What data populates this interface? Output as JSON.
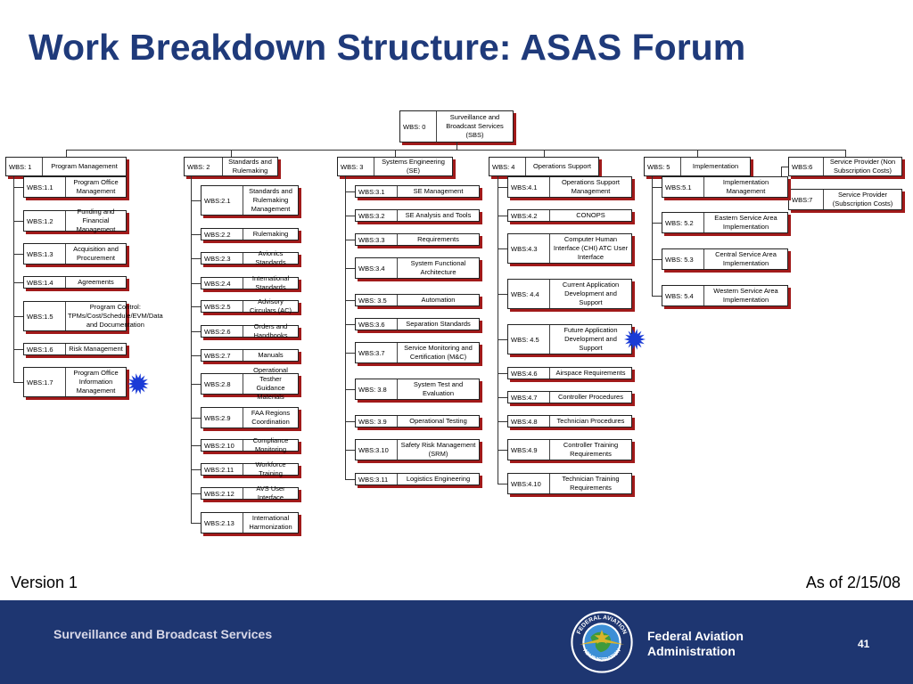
{
  "slide": {
    "title": "Work Breakdown Structure: ASAS Forum"
  },
  "wbs": {
    "root": {
      "code": "WBS: 0",
      "label": "Surveillance and Broadcast Services (SBS)"
    },
    "branches": [
      {
        "code": "WBS: 1",
        "label": "Program Management",
        "children": [
          {
            "code": "WBS:1.1",
            "label": "Program Office Management"
          },
          {
            "code": "WBS:1.2",
            "label": "Funding and Financial Management"
          },
          {
            "code": "WBS:1.3",
            "label": "Acquisition and Procurement"
          },
          {
            "code": "WBS:1.4",
            "label": "Agreements"
          },
          {
            "code": "WBS:1.5",
            "label": "Program Control: TPMs/Cost/Schedule/EVM/Data and Documentation"
          },
          {
            "code": "WBS:1.6",
            "label": "Risk Management"
          },
          {
            "code": "WBS:1.7",
            "label": "Program Office Information Management"
          }
        ]
      },
      {
        "code": "WBS: 2",
        "label": "Standards and Rulemaking",
        "children": [
          {
            "code": "WBS:2.1",
            "label": "Standards and Rulemaking Management"
          },
          {
            "code": "WBS:2.2",
            "label": "Rulemaking"
          },
          {
            "code": "WBS:2.3",
            "label": "Avionics Standards"
          },
          {
            "code": "WBS:2.4",
            "label": "International Standards"
          },
          {
            "code": "WBS:2.5",
            "label": "Advisory Circulars (AC)"
          },
          {
            "code": "WBS:2.6",
            "label": "Orders and Handbooks"
          },
          {
            "code": "WBS:2.7",
            "label": "Manuals"
          },
          {
            "code": "WBS:2.8",
            "label": "Operational Testher Guidance Materials"
          },
          {
            "code": "WBS:2.9",
            "label": "FAA Regions Coordination"
          },
          {
            "code": "WBS:2.10",
            "label": "Compliance Monitoring"
          },
          {
            "code": "WBS:2.11",
            "label": "Workforce Training"
          },
          {
            "code": "WBS:2.12",
            "label": "AVS User Interface"
          },
          {
            "code": "WBS:2.13",
            "label": "International Harmonization"
          }
        ]
      },
      {
        "code": "WBS: 3",
        "label": "Systems Engineering (SE)",
        "children": [
          {
            "code": "WBS:3.1",
            "label": "SE Management"
          },
          {
            "code": "WBS:3.2",
            "label": "SE Analysis and Tools"
          },
          {
            "code": "WBS:3.3",
            "label": "Requirements"
          },
          {
            "code": "WBS:3.4",
            "label": "System Functional Architecture"
          },
          {
            "code": "WBS: 3.5",
            "label": "Automation"
          },
          {
            "code": "WBS:3.6",
            "label": "Separation Standards"
          },
          {
            "code": "WBS:3.7",
            "label": "Service Monitoring and Certification (M&C)"
          },
          {
            "code": "WBS: 3.8",
            "label": "System Test and Evaluation"
          },
          {
            "code": "WBS: 3.9",
            "label": "Operational Testing"
          },
          {
            "code": "WBS:3.10",
            "label": "Safety Risk Management (SRM)"
          },
          {
            "code": "WBS:3.11",
            "label": "Logistics Engineering"
          }
        ]
      },
      {
        "code": "WBS: 4",
        "label": "Operations Support",
        "children": [
          {
            "code": "WBS:4.1",
            "label": "Operations Support Management"
          },
          {
            "code": "WBS:4.2",
            "label": "CONOPS"
          },
          {
            "code": "WBS:4.3",
            "label": "Computer Human Interface (CHI) ATC User Interface"
          },
          {
            "code": "WBS: 4.4",
            "label": "Current Application Development and Support"
          },
          {
            "code": "WBS: 4.5",
            "label": "Future Application Development and Support"
          },
          {
            "code": "WBS:4.6",
            "label": "Airspace Requirements"
          },
          {
            "code": "WBS:4.7",
            "label": "Controller Procedures"
          },
          {
            "code": "WBS:4.8",
            "label": "Technician Procedures"
          },
          {
            "code": "WBS:4.9",
            "label": "Controller Training Requirements"
          },
          {
            "code": "WBS:4.10",
            "label": "Technician Training Requirements"
          }
        ]
      },
      {
        "code": "WBS: 5",
        "label": "Implementation",
        "children": [
          {
            "code": "WBS:5.1",
            "label": "Implementation Management"
          },
          {
            "code": "WBS: 5.2",
            "label": "Eastern Service Area Implementation"
          },
          {
            "code": "WBS: 5.3",
            "label": "Central Service Area Implementation"
          },
          {
            "code": "WBS: 5.4",
            "label": "Western Service Area Implementation"
          }
        ]
      },
      {
        "code": "WBS:6",
        "label": "Service Provider (Non Subscription Costs)",
        "children": []
      },
      {
        "code": "WBS:7",
        "label": "Service Provider (Subscription Costs)",
        "children": []
      }
    ],
    "highlight_icon": "starburst-icon",
    "highlight_color": "#1a3bd6"
  },
  "footer": {
    "version": "Version 1",
    "as_of": "As of 2/15/08",
    "program": "Surveillance and Broadcast Services",
    "agency_line1": "Federal Aviation",
    "agency_line2": "Administration",
    "page": "41",
    "seal_text_top": "FEDERAL AVIATION",
    "seal_text_bottom": "ADMINISTRATION",
    "seal_icon": "faa-seal-icon",
    "bar_color": "#1e3671"
  }
}
